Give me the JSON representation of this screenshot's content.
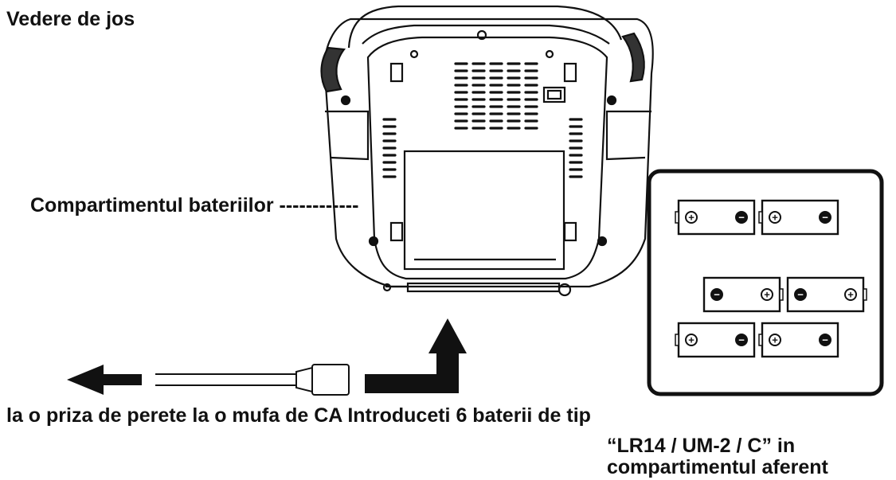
{
  "labels": {
    "title": "Vedere de jos",
    "compartment": "Compartimentul bateriilor ------------",
    "bottom_line": "la o priza de perete la o mufa de CA Introduceti 6 baterii de tip",
    "battery_type": "“LR14 / UM-2 / C” in",
    "battery_compartment": "compartimentul aferent"
  },
  "battery_layout": {
    "symbols": {
      "plus": "+",
      "minus": "−"
    },
    "rows": [
      {
        "cells": [
          {
            "left": "plus",
            "right": "minus"
          },
          {
            "left": "plus",
            "right": "minus"
          }
        ]
      },
      {
        "cells": [
          {
            "left": "minus",
            "right": "plus"
          },
          {
            "left": "minus",
            "right": "plus"
          }
        ]
      },
      {
        "cells": [
          {
            "left": "plus",
            "right": "minus"
          },
          {
            "left": "plus",
            "right": "minus"
          }
        ]
      }
    ]
  }
}
